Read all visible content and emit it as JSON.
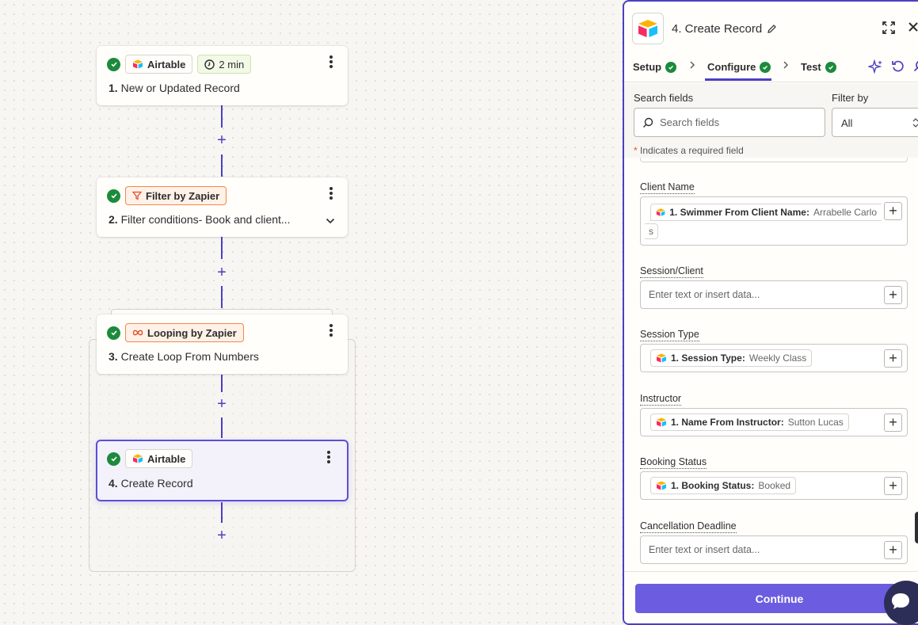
{
  "canvas": {
    "steps": [
      {
        "app_label": "Airtable",
        "badge": "2 min",
        "number": "1.",
        "title": "New or Updated Record"
      },
      {
        "app_label": "Filter by Zapier",
        "number": "2.",
        "title": "Filter conditions- Book and client..."
      },
      {
        "app_label": "Looping by Zapier",
        "number": "3.",
        "title": "Create Loop From Numbers"
      },
      {
        "app_label": "Airtable",
        "number": "4.",
        "title": "Create Record"
      }
    ],
    "plus_label": "+"
  },
  "panel": {
    "title": "4. Create Record",
    "tabs": [
      {
        "label": "Setup"
      },
      {
        "label": "Configure"
      },
      {
        "label": "Test"
      }
    ],
    "search": {
      "label": "Search fields",
      "placeholder": "Search fields"
    },
    "filter": {
      "label": "Filter by",
      "value": "All"
    },
    "required_note": {
      "star": "*",
      "text": " Indicates a required field"
    },
    "fields": [
      {
        "label": "Client Name",
        "pill_key": "1. Swimmer From Client Name:",
        "pill_value": "Arrabelle Carlo",
        "pill_wrap": "s"
      },
      {
        "label": "Session/Client",
        "placeholder": "Enter text or insert data..."
      },
      {
        "label": "Session Type",
        "pill_key": "1. Session Type:",
        "pill_value": "Weekly Class"
      },
      {
        "label": "Instructor",
        "pill_key": "1. Name From Instructor:",
        "pill_value": "Sutton Lucas"
      },
      {
        "label": "Booking Status",
        "pill_key": "1. Booking Status:",
        "pill_value": "Booked"
      },
      {
        "label": "Cancellation Deadline",
        "placeholder": "Enter text or insert data..."
      }
    ],
    "add_label": "+",
    "continue_label": "Continue"
  },
  "colors": {
    "accent": "#4b3fc4",
    "success": "#1c8a3b",
    "button": "#6b5ce0",
    "filter_chip": "#f08a4b"
  }
}
